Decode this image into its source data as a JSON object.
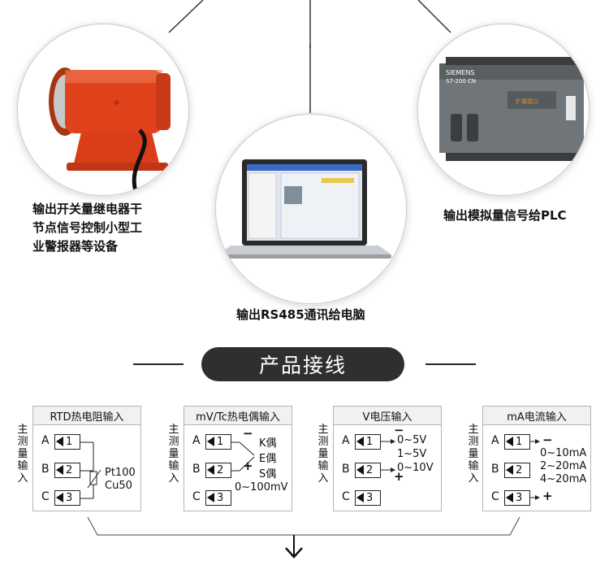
{
  "devices": {
    "alarm_caption": [
      "输出开关量继电器干",
      "节点信号控制小型工",
      "业警报器等设备"
    ],
    "plc_caption": "输出模拟量信号给PLC",
    "plc_brand": "SIEMENS",
    "plc_model": "S7-200 CN",
    "laptop_caption": "输出RS485通讯给电脑"
  },
  "section": {
    "title": "产品接线"
  },
  "side_label": [
    "主",
    "测",
    "量",
    "输",
    "入"
  ],
  "terminals": [
    "A",
    "B",
    "C"
  ],
  "terminal_numbers": [
    "1",
    "2",
    "3"
  ],
  "panels": {
    "rtd": {
      "title": "RTD热电阻输入",
      "labels": [
        "Pt100",
        "Cu50"
      ]
    },
    "tc": {
      "title": "mV/Tc热电偶输入",
      "types": [
        "K偶",
        "E偶",
        "S偶"
      ],
      "minus": "−",
      "plus": "+",
      "range": "0~100mV"
    },
    "v": {
      "title": "V电压输入",
      "minus": "−",
      "plus": "+",
      "ranges": [
        "0~5V",
        "1~5V",
        "0~10V"
      ]
    },
    "ma": {
      "title": "mA电流输入",
      "minus": "−",
      "plus": "+",
      "ranges": [
        "0~10mA",
        "2~20mA",
        "4~20mA"
      ]
    }
  },
  "colors": {
    "alarm_red": "#e0421c",
    "pill_bg": "#2f2f2f",
    "plc_gray": "#6f7578",
    "plc_orange": "#e58a2c"
  }
}
